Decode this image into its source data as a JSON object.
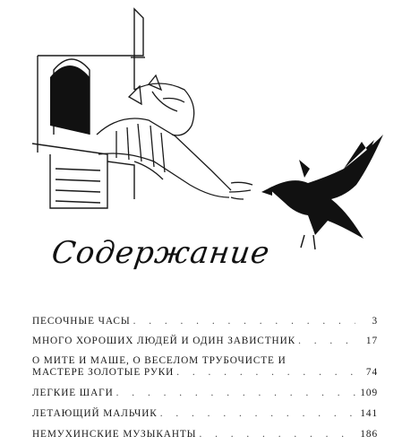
{
  "heading": "Содержание",
  "toc": {
    "items": [
      {
        "title": "ПЕСОЧНЫЕ ЧАСЫ",
        "page": "3"
      },
      {
        "title": "МНОГО ХОРОШИХ ЛЮДЕЙ И ОДИН ЗАВИСТНИК",
        "page": "17"
      },
      {
        "title_line1": "О МИТЕ И МАШЕ, О ВЕСЕЛОМ ТРУБОЧИСТЕ И",
        "title_line2": "МАСТЕРЕ ЗОЛОТЫЕ РУКИ",
        "page": "74"
      },
      {
        "title": "ЛЕГКИЕ ШАГИ",
        "page": "109"
      },
      {
        "title": "ЛЕТАЮЩИЙ МАЛЬЧИК",
        "page": "141"
      },
      {
        "title": "НЕМУХИНСКИЕ МУЗЫКАНТЫ",
        "page": "186"
      }
    ]
  }
}
